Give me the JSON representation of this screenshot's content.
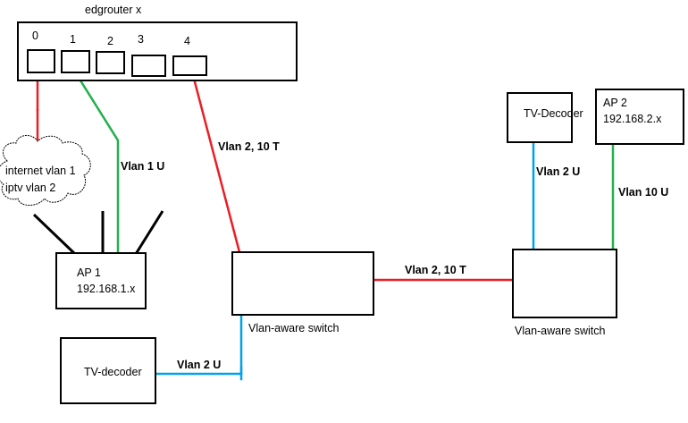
{
  "colors": {
    "untagged_internet": "#ed1c24",
    "vlan1": "#22b14c",
    "vlan2_tagged": "#ed1c24",
    "vlan2_untagged": "#00a2e8",
    "vlan10": "#22b14c",
    "outline": "#000000"
  },
  "router": {
    "title": "edgrouter x",
    "ports": [
      "0",
      "1",
      "2",
      "3",
      "4"
    ]
  },
  "cloud": {
    "line1": "internet vlan 1",
    "line2": "iptv vlan 2"
  },
  "ap1": {
    "name": "AP 1",
    "ip": "192.168.1.x"
  },
  "ap2": {
    "name": "AP 2",
    "ip": "192.168.2.x"
  },
  "switch1": {
    "label": "Vlan-aware switch"
  },
  "switch2": {
    "label": "Vlan-aware switch"
  },
  "decoder1": {
    "label": "TV-decoder"
  },
  "decoder2": {
    "label": "TV-Decoder"
  },
  "links": {
    "router_ap1": "Vlan 1 U",
    "router_switch1": "Vlan 2, 10 T",
    "switch1_switch2": "Vlan 2, 10 T",
    "decoder1_switch1": "Vlan 2 U",
    "decoder2_switch2": "Vlan 2 U",
    "ap2_switch2": "Vlan 10 U"
  }
}
